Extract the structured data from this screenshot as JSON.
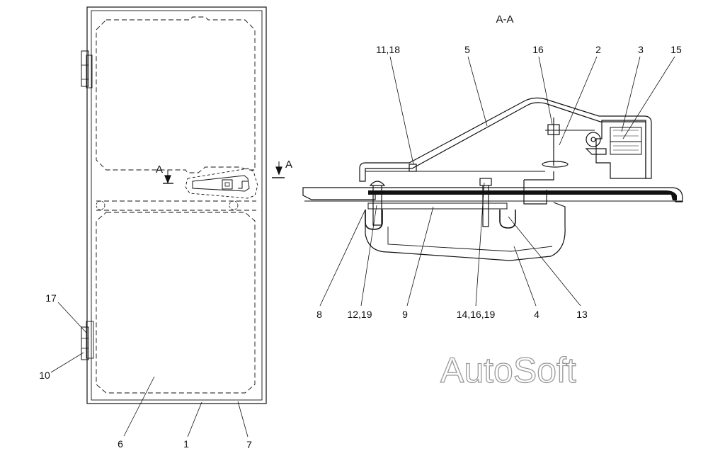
{
  "section_title": "A-A",
  "section_marks": {
    "left": "A",
    "right": "A"
  },
  "watermark": "AutoSoft",
  "callouts": {
    "c1": "1",
    "c2": "2",
    "c3": "3",
    "c4": "4",
    "c5": "5",
    "c6": "6",
    "c7": "7",
    "c8": "8",
    "c9": "9",
    "c10": "10",
    "c11_18": "11,18",
    "c12_19": "12,19",
    "c13": "13",
    "c14_16_19": "14,16,19",
    "c15": "15",
    "c16": "16",
    "c17": "17"
  },
  "colors": {
    "line": "#111111",
    "seal": "#111111",
    "watermark_stroke": "#9a9a9a"
  }
}
